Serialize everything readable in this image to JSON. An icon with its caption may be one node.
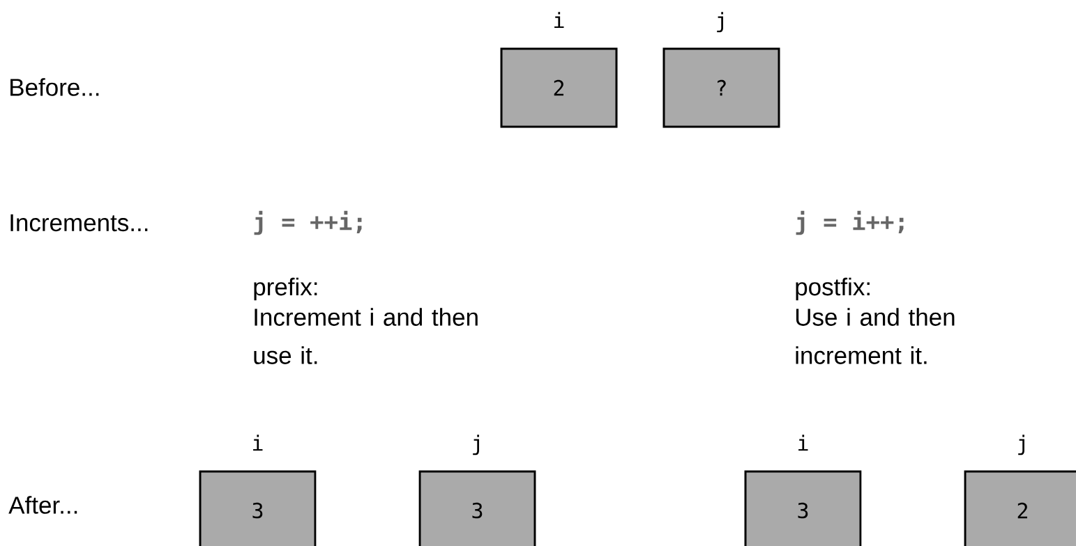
{
  "diagram": {
    "nodes": [
      {
        "text": [
          "2"
        ],
        "beside": [
          "i"
        ]
      },
      {
        "text": [
          "?"
        ],
        "beside": [
          "j"
        ]
      },
      {
        "text": [
          "3"
        ],
        "beside": [
          "i"
        ]
      },
      {
        "text": [
          "3"
        ],
        "beside": [
          "j"
        ]
      },
      {
        "text": [
          "3"
        ],
        "beside": [
          "i"
        ]
      },
      {
        "text": [
          "2"
        ],
        "beside": [
          "j"
        ]
      }
    ],
    "labels": [
      "Before...",
      "Increments...",
      "j = ++i;",
      "j = i++;",
      "prefix:",
      "postfix:",
      "Increment i and then use it.",
      "Use i and then increment it.",
      "After..."
    ]
  }
}
